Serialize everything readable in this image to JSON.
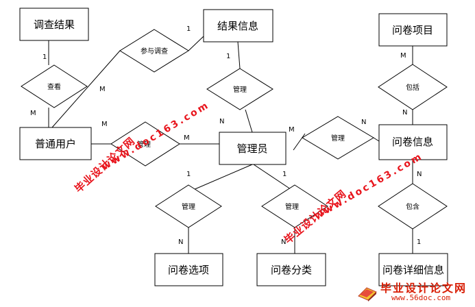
{
  "entities": {
    "survey_result": "调查结果",
    "result_info": "结果信息",
    "questionnaire_item": "问卷项目",
    "regular_user": "普通用户",
    "administrator": "管理员",
    "questionnaire_info": "问卷信息",
    "questionnaire_option": "问卷选项",
    "questionnaire_category": "问卷分类",
    "questionnaire_detail": "问卷详细信息"
  },
  "relationships": {
    "view": "查看",
    "participate_survey": "参与调查",
    "manage_result": "管理",
    "include_items": "包括",
    "manage_user": "管理",
    "manage_info": "管理",
    "manage_option": "管理",
    "manage_category": "管理",
    "contain_detail": "包含"
  },
  "cardinalities": {
    "view_survey": "1",
    "view_user": "M",
    "participate_user": "M",
    "participate_result": "1",
    "result_manage": "1",
    "admin_result": "N",
    "item_include": "M",
    "include_info": "N",
    "user_manage": "M",
    "admin_user": "M",
    "admin_info": "M",
    "manage_info_n": "N",
    "admin_option": "1",
    "option_n": "N",
    "admin_category": "1",
    "category_n": "N",
    "info_contain": "N",
    "contain_detail": "1"
  },
  "watermarks": {
    "cn_text": "毕业设计论文网",
    "url_text": "www.doc163.com"
  },
  "footer": {
    "cn_text": "毕业设计论文网",
    "url_text": "www.56doc.com"
  },
  "colors": {
    "watermark": "#e8141c",
    "line": "#000000"
  }
}
